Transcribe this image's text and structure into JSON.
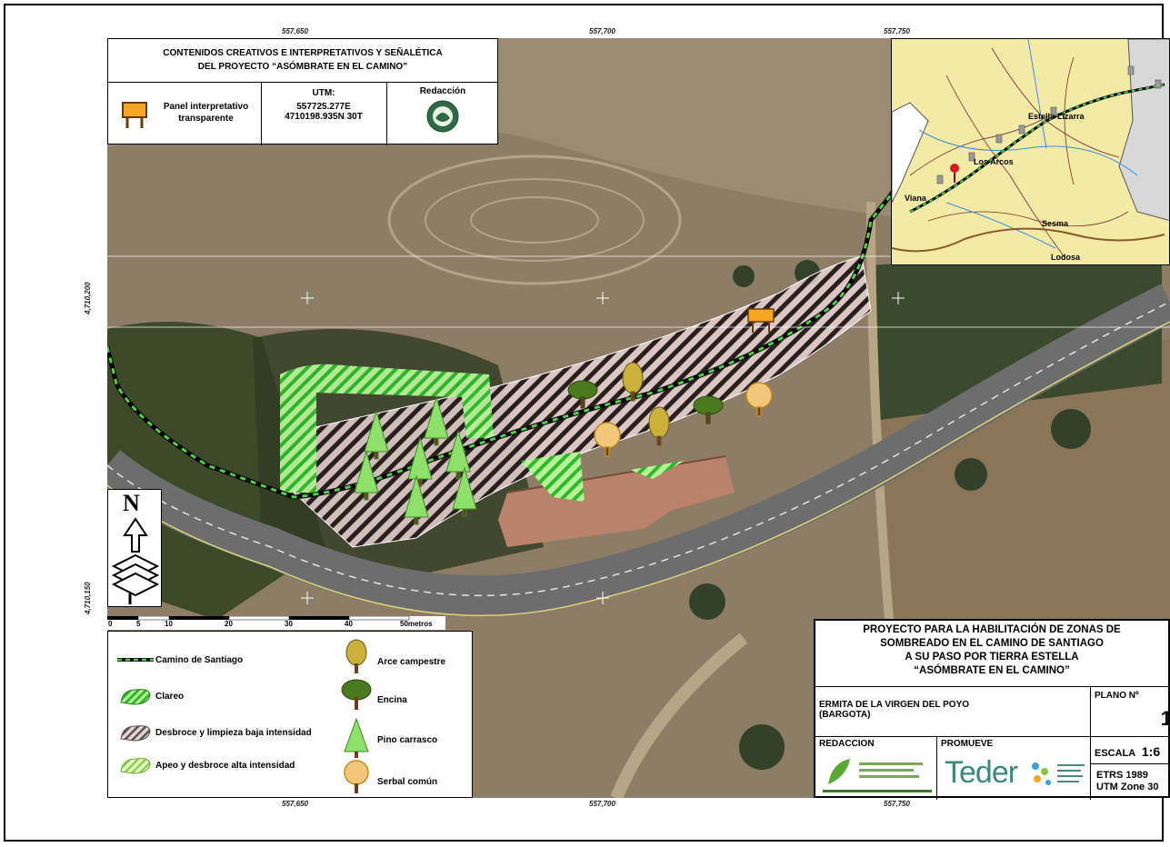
{
  "title_box": {
    "title_line1": "CONTENIDOS CREATIVOS E INTERPRETATIVOS Y SEÑALÉTICA",
    "title_line2": "DEL PROYECTO “ASÓMBRATE EN EL CAMINO”",
    "panel_line1": "Panel interpretativo",
    "panel_line2": "transparente",
    "utm_label": "UTM:",
    "utm_easting": "557725.277E",
    "utm_northing": "4710198.935N 30T",
    "redaccion_label": "Redacción"
  },
  "coords": {
    "top": [
      "557,650",
      "557,700",
      "557,750"
    ],
    "bottom": [
      "557,650",
      "557,700",
      "557,750"
    ],
    "left": [
      "4,710,200",
      "4,710,150"
    ]
  },
  "inset": {
    "towns": [
      "Estella-Lizarra",
      "Los Arcos",
      "Viana",
      "Sesma",
      "Lodosa"
    ]
  },
  "scale": {
    "labels": [
      "0",
      "5",
      "10",
      "20",
      "30",
      "40",
      "50metros"
    ]
  },
  "north": {
    "letter": "N"
  },
  "legend": {
    "camino": "Camino de Santiago",
    "clareo": "Clareo",
    "desbroce_baja": "Desbroce y limpieza baja intensidad",
    "apeo_alta": "Apeo y desbroce alta intensidad",
    "arce": "Arce campestre",
    "encina": "Encina",
    "pino": "Pino carrasco",
    "serbal": "Serbal común"
  },
  "cartouche": {
    "project_line1": "PROYECTO PARA LA HABILITACIÓN DE ZONAS DE",
    "project_line2": "SOMBREADO EN EL CAMINO DE SANTIAGO",
    "project_line3": "A SU PASO POR TIERRA ESTELLA",
    "project_line4": "“ASÓMBRATE EN EL CAMINO”",
    "site_line1": "ERMITA DE LA VIRGEN DEL POYO",
    "site_line2": "(BARGOTA)",
    "plano_label": "PLANO Nº",
    "plano_value": "1",
    "redaccion": "REDACCION",
    "promueve": "PROMUEVE",
    "escala_label": "ESCALA",
    "escala_value": "1:6",
    "crs_line1": "ETRS 1989",
    "crs_line2": "UTM Zone 30",
    "teder": "Teder"
  },
  "colors": {
    "clareo_green": "#3fd23a",
    "hatch_pink": "#e8d2d2",
    "path_green": "#4fd14a",
    "panel_orange": "#f5a623",
    "inset_yellow": "#f3eaa6"
  }
}
